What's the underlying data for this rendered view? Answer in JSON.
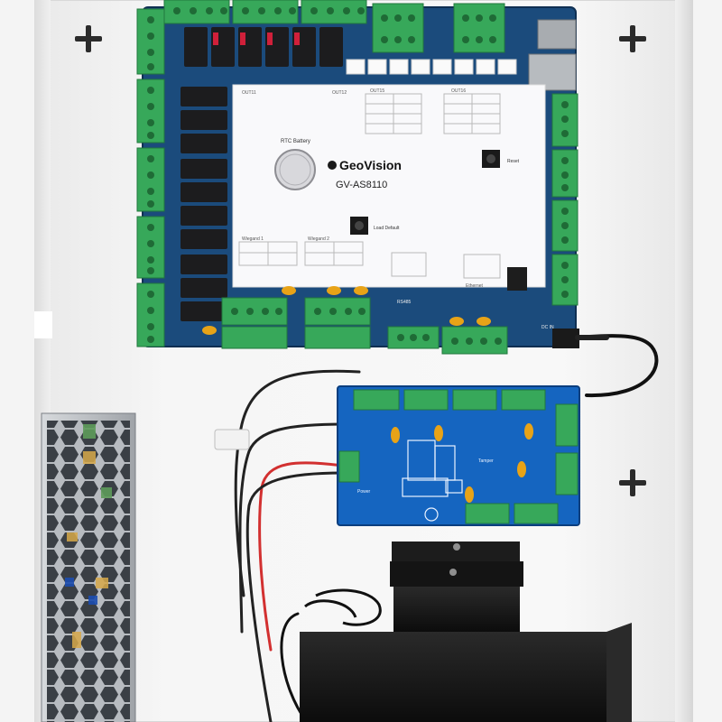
{
  "brand": {
    "name": "GeoVision",
    "model": "GV-AS8110"
  },
  "battery_label": "RTC Battery",
  "button_labels": {
    "reset": "Reset",
    "load_default": "Load Default"
  },
  "silkscreen": {
    "out_11": "OUT11",
    "out_12": "OUT12",
    "out_15": "OUT15",
    "out_16": "OUT16",
    "wiegand_1": "Wiegand 1",
    "wiegand_2": "Wiegand 2",
    "rs485": "RS485",
    "ethernet": "Ethernet",
    "dc_in": "DC IN",
    "power": "Power",
    "tamper": "Tamper"
  },
  "colors": {
    "board_blue": "#1b4b7c",
    "label_white": "#f9f9fb",
    "terminal_green": "#37a85a",
    "relay_black": "#1c1c1e",
    "driver_board_blue": "#1565c0",
    "psu_silver": "#bfc2c6",
    "bracket_black": "#1a1a1a",
    "enclosure_white": "#f3f3f3"
  }
}
